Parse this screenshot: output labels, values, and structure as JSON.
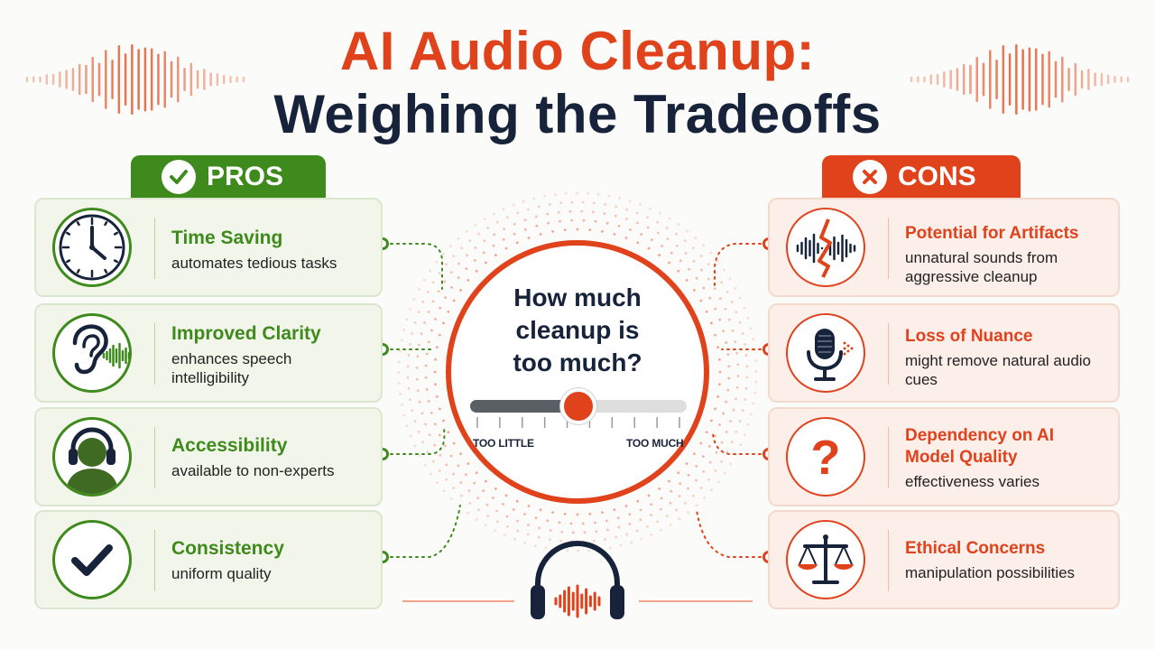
{
  "title_line1": "AI Audio Cleanup:",
  "title_line2": "Weighing the Tradeoffs",
  "pros_label": "PROS",
  "cons_label": "CONS",
  "pros": [
    {
      "heading": "Time Saving",
      "desc": "automates tedious tasks",
      "icon": "clock-icon"
    },
    {
      "heading": "Improved Clarity",
      "desc": "enhances speech intelligibility",
      "icon": "ear-soundwave-icon"
    },
    {
      "heading": "Accessibility",
      "desc": "available to non-experts",
      "icon": "person-headphones-icon"
    },
    {
      "heading": "Consistency",
      "desc": "uniform quality",
      "icon": "checkmark-icon"
    }
  ],
  "cons": [
    {
      "heading": "Potential for Artifacts",
      "desc": "unnatural sounds from aggressive cleanup",
      "icon": "broken-waveform-icon"
    },
    {
      "heading": "Loss of Nuance",
      "desc": "might remove natural audio cues",
      "icon": "microphone-icon"
    },
    {
      "heading": "Dependency on AI Model Quality",
      "desc": "effectiveness varies",
      "icon": "question-mark-icon"
    },
    {
      "heading": "Ethical Concerns",
      "desc": "manipulation possibilities",
      "icon": "scales-icon"
    }
  ],
  "center_question": "How much\ncleanup is\ntoo much?",
  "slider": {
    "min_label": "TOO LITTLE",
    "max_label": "TOO MUCH",
    "value": 0.5
  },
  "colors": {
    "pro": "#3f8a1c",
    "con": "#e0421c",
    "navy": "#17233a",
    "background": "#fbfbf9"
  }
}
